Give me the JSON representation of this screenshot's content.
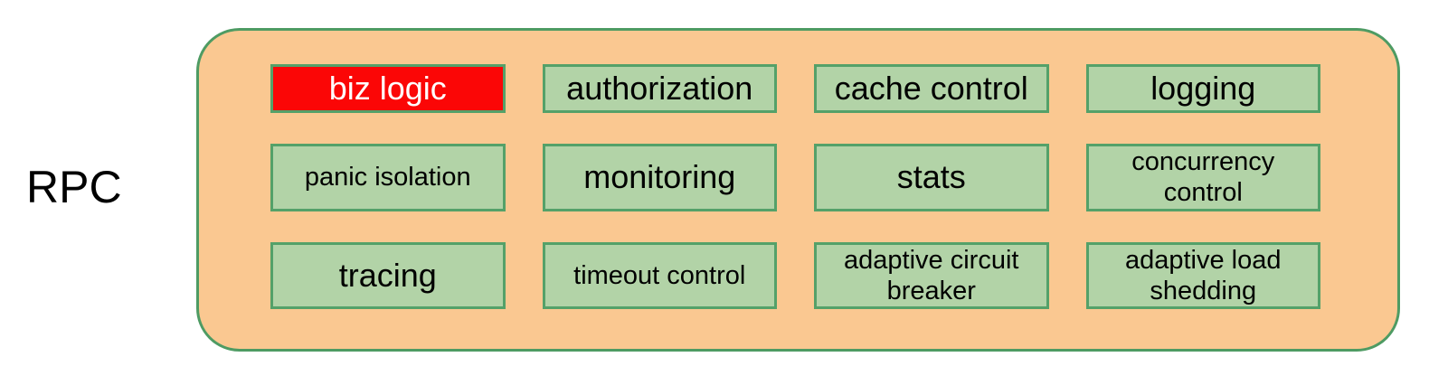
{
  "label": "RPC",
  "container": {
    "boxes": [
      {
        "label": "biz logic",
        "variant": "red",
        "size": "large"
      },
      {
        "label": "authorization",
        "variant": "green",
        "size": "large"
      },
      {
        "label": "cache control",
        "variant": "green",
        "size": "large"
      },
      {
        "label": "logging",
        "variant": "green",
        "size": "large"
      },
      {
        "label": "panic isolation",
        "variant": "green",
        "size": "small"
      },
      {
        "label": "monitoring",
        "variant": "green",
        "size": "large"
      },
      {
        "label": "stats",
        "variant": "green",
        "size": "large"
      },
      {
        "label": "concurrency\ncontrol",
        "variant": "green",
        "size": "small"
      },
      {
        "label": "tracing",
        "variant": "green",
        "size": "large"
      },
      {
        "label": "timeout control",
        "variant": "green",
        "size": "small"
      },
      {
        "label": "adaptive circuit\nbreaker",
        "variant": "green",
        "size": "small"
      },
      {
        "label": "adaptive load\nshedding",
        "variant": "green",
        "size": "small"
      }
    ]
  },
  "colors": {
    "container_fill": "#FAC891",
    "container_border": "#4E9B63",
    "box_fill": "#B2D3A7",
    "box_border": "#54A169",
    "highlight_fill": "#FB0606",
    "highlight_text": "#FFFFFF",
    "text": "#000000"
  }
}
